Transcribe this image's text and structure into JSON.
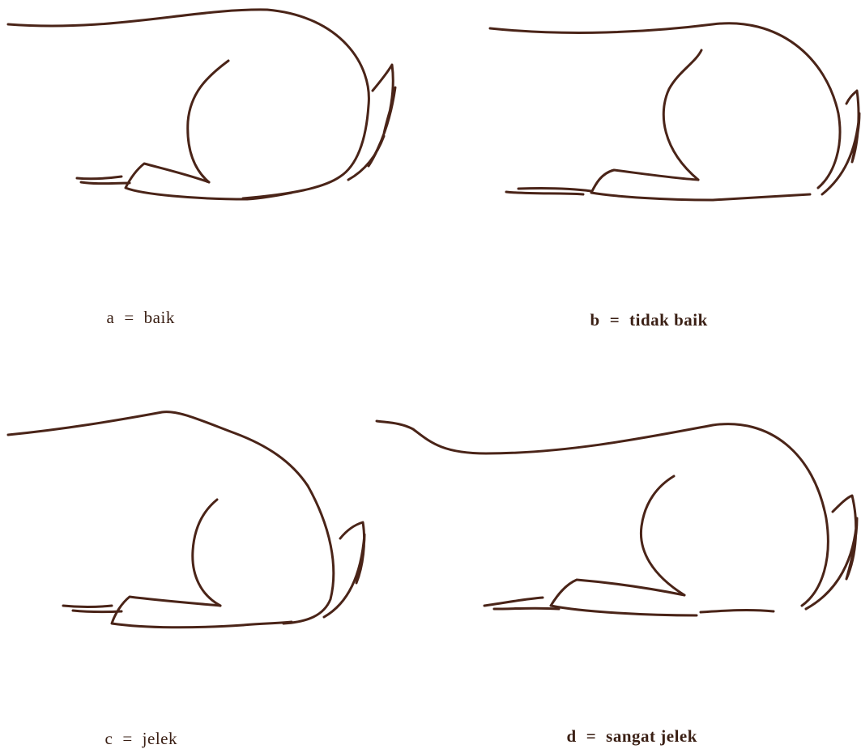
{
  "panels": [
    {
      "id": "a",
      "letter": "a",
      "separator": "=",
      "label": "baik"
    },
    {
      "id": "b",
      "letter": "b",
      "separator": "=",
      "label": "tidak baik"
    },
    {
      "id": "c",
      "letter": "c",
      "separator": "=",
      "label": "jelek"
    },
    {
      "id": "d",
      "letter": "d",
      "separator": "=",
      "label": "sangat jelek"
    }
  ],
  "colors": {
    "line": "#4a2418",
    "text": "#3a1f14",
    "background": "#ffffff"
  }
}
